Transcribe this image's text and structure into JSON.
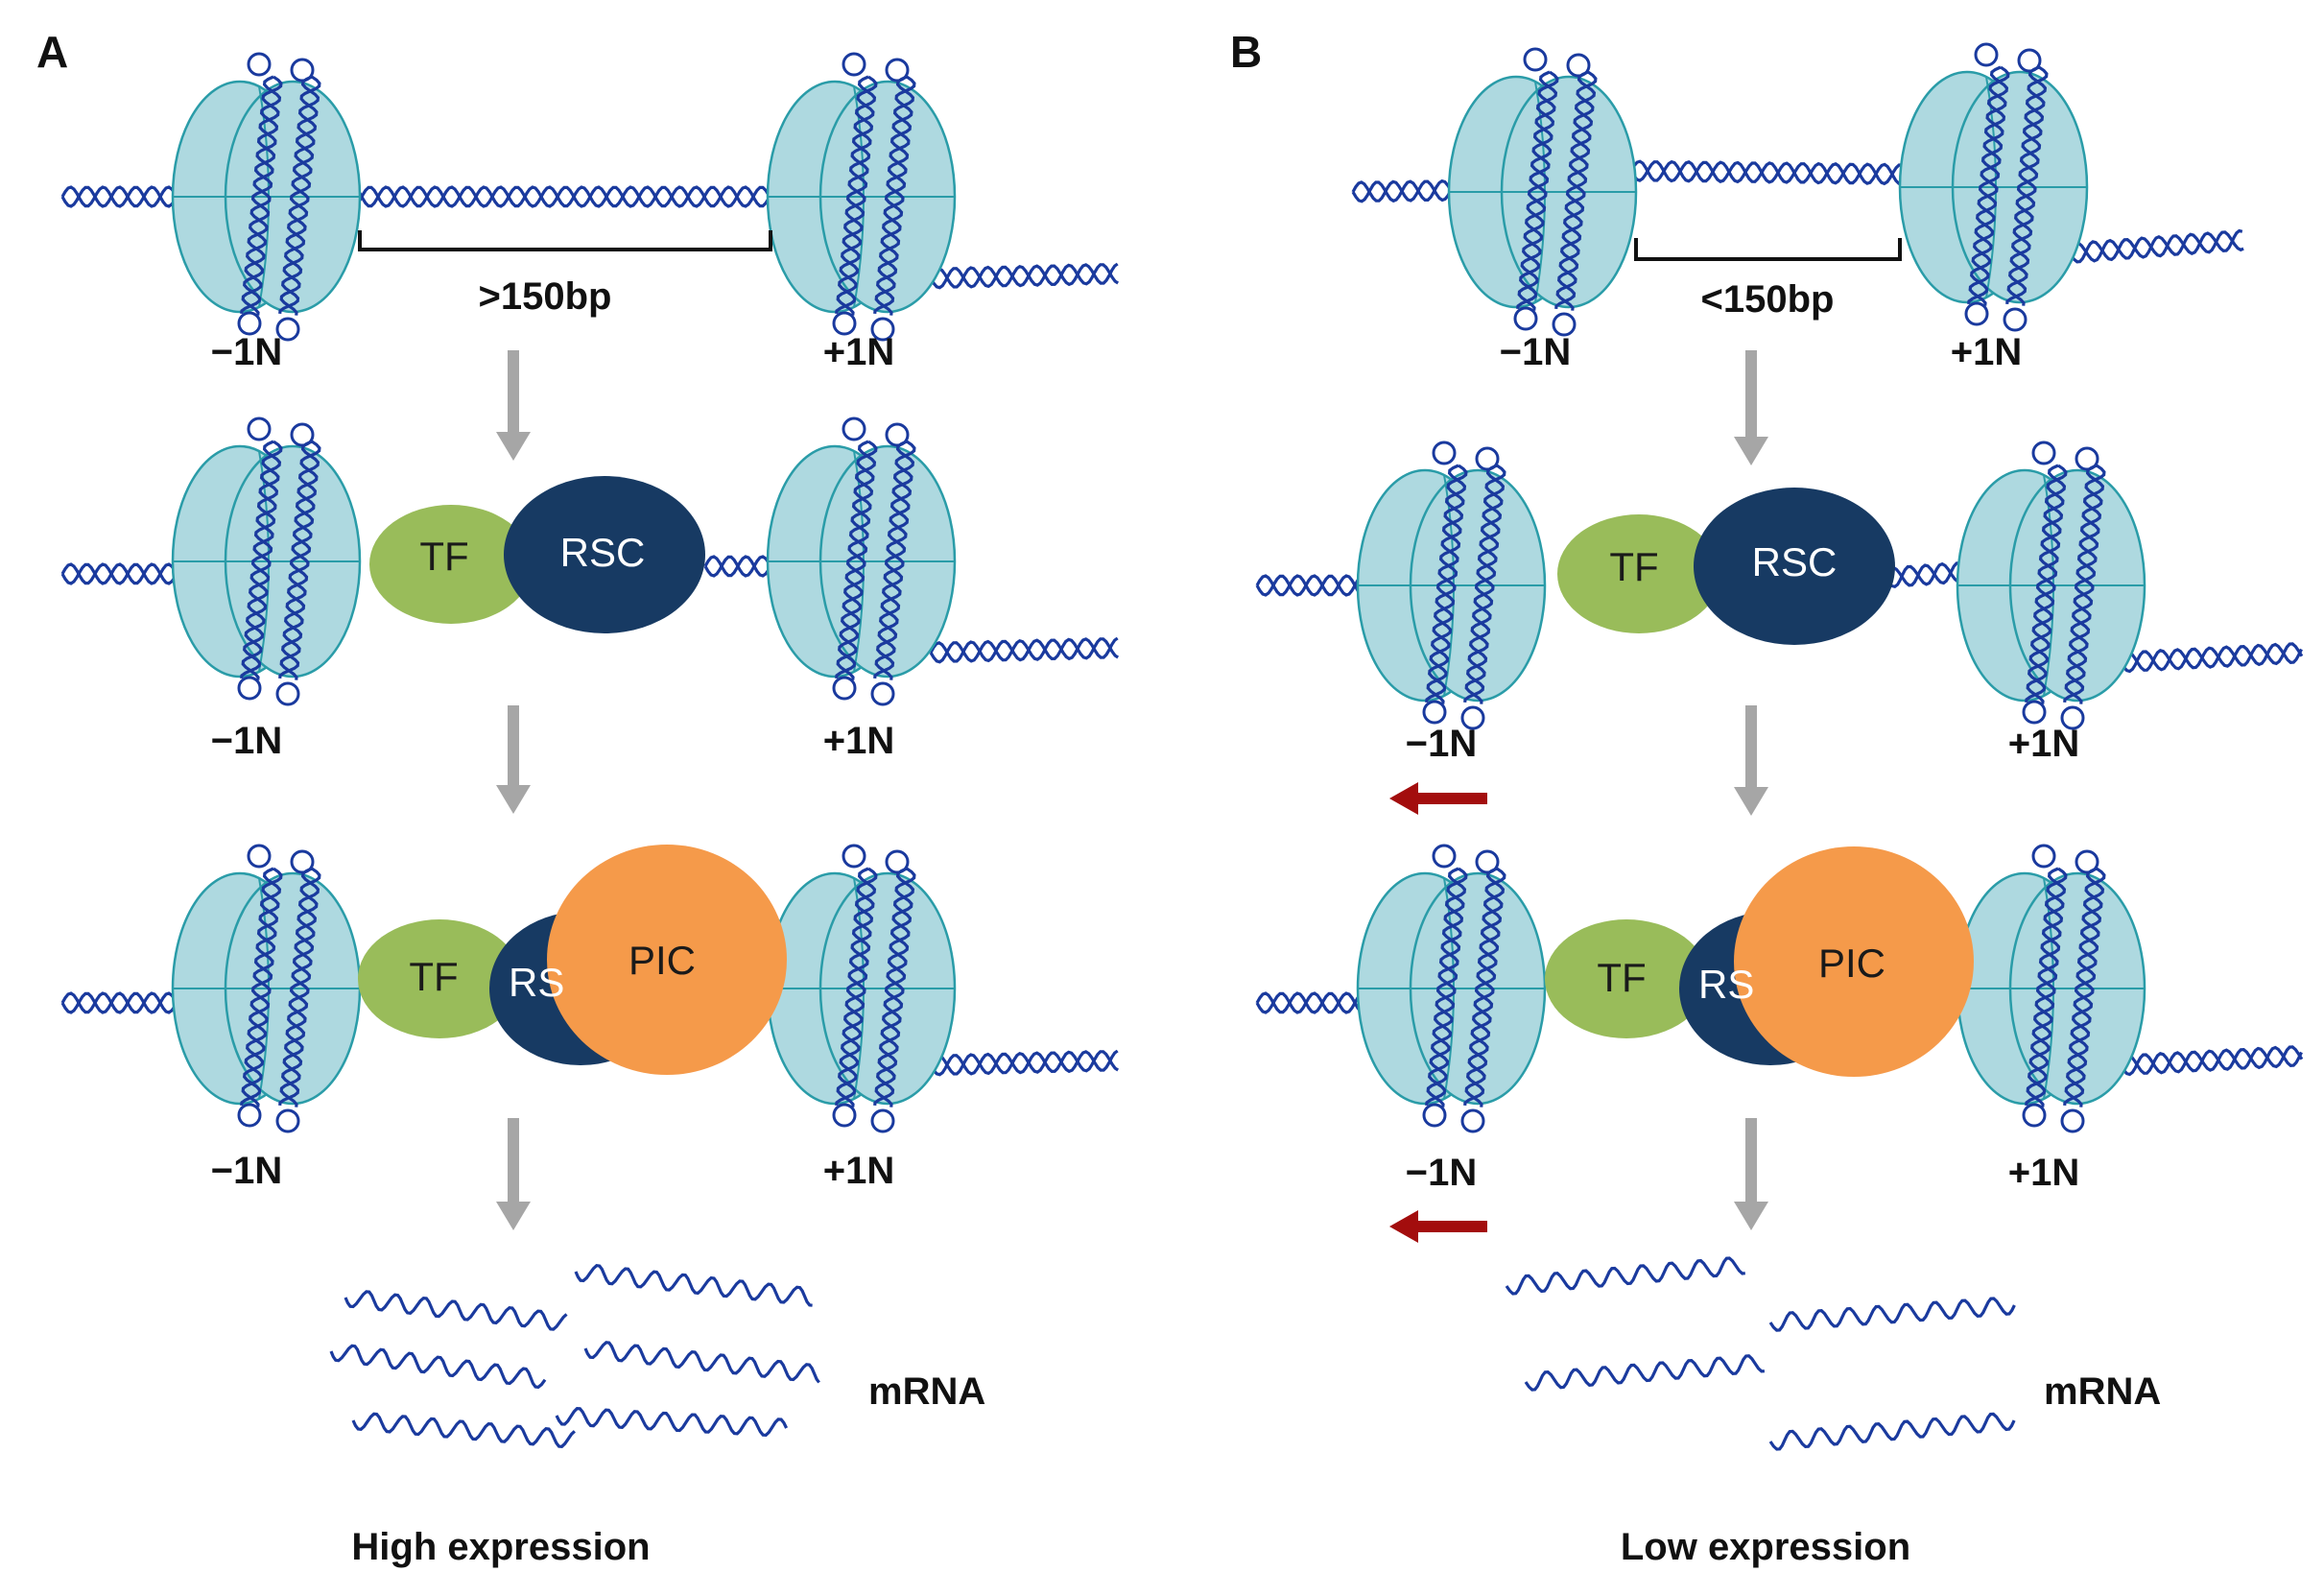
{
  "colors": {
    "dna": "#1a3a9e",
    "histone_fill": "#aed9e0",
    "histone_stroke": "#2a9ca8",
    "tf": "#99bc5a",
    "rsc": "#173a63",
    "pic": "#f59a4a",
    "flow_arrow": "#a6a6a6",
    "shift_arrow": "#a30d0d"
  },
  "icons": [
    "nucleosome-icon",
    "dna-helix-icon",
    "mrna-icon",
    "flow-arrow-icon",
    "shift-arrow-icon"
  ],
  "panels": [
    {
      "letter": "A",
      "spacing": ">150bp",
      "minus_label": "−1N",
      "plus_label": "+1N",
      "tf_label": "TF",
      "rsc_label": "RSC",
      "rsc_partial_label": "RS",
      "pic_label": "PIC",
      "mrna_label": "mRNA",
      "expression_label": "High expression"
    },
    {
      "letter": "B",
      "spacing": "<150bp",
      "minus_label": "−1N",
      "plus_label": "+1N",
      "tf_label": "TF",
      "rsc_label": "RSC",
      "rsc_partial_label": "RS",
      "pic_label": "PIC",
      "mrna_label": "mRNA",
      "expression_label": "Low expression"
    }
  ]
}
